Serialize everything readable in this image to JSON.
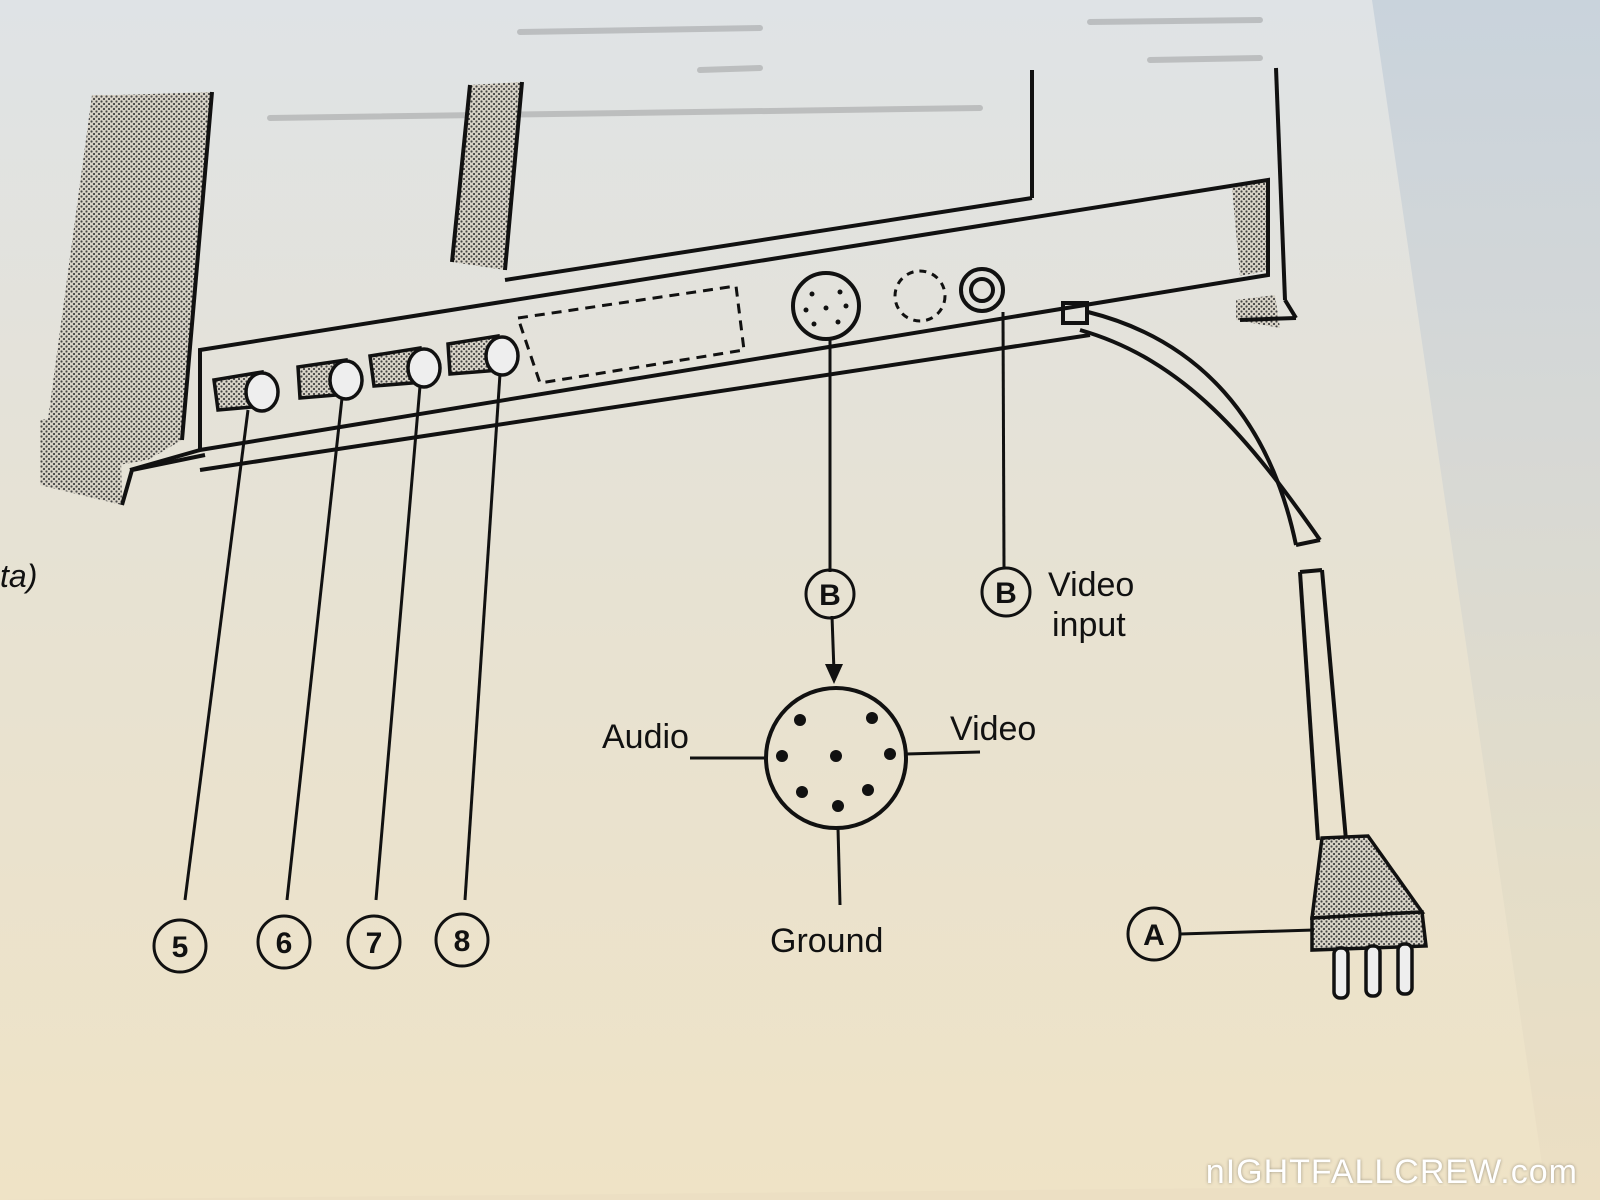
{
  "labels": {
    "partial_left": "ta)",
    "video_input": [
      "Video",
      "input"
    ],
    "audio": "Audio",
    "video": "Video",
    "ground": "Ground"
  },
  "callouts": {
    "knob_5": "5",
    "knob_6": "6",
    "knob_7": "7",
    "knob_8": "8",
    "connector_b": "B",
    "video_input_b": "B",
    "power_plug_a": "A"
  },
  "watermark": "nIGHTFALLCREW.com",
  "colors": {
    "paper": "#ece4cf",
    "ink": "#111111",
    "hatch": "#8a8a8a"
  }
}
